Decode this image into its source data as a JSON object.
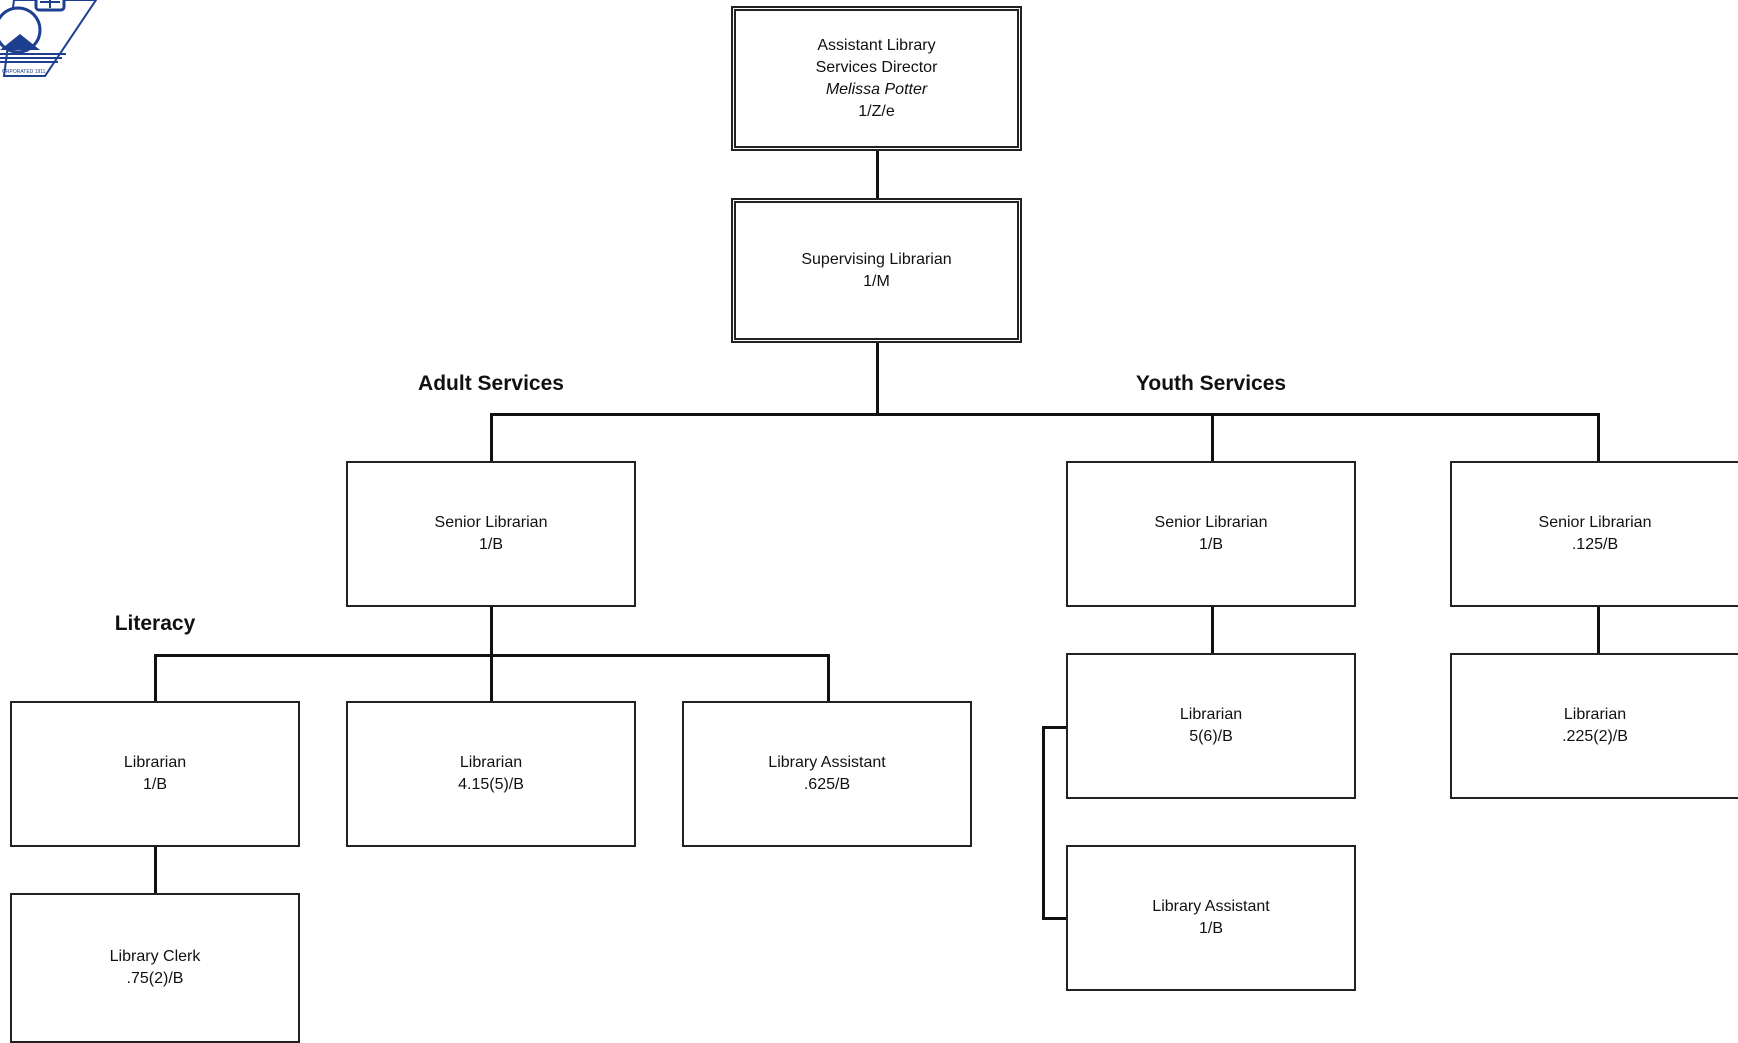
{
  "logo": {
    "text": "ORPORATED 1911"
  },
  "org": {
    "director": {
      "title_line1": "Assistant Library",
      "title_line2": "Services Director",
      "name": "Melissa Potter",
      "code": "1/Z/e"
    },
    "supervisor": {
      "title": "Supervising Librarian",
      "code": "1/M"
    },
    "adult_heading": "Adult Services",
    "youth_heading": "Youth Services",
    "literacy_heading": "Literacy",
    "adult_senior": {
      "title": "Senior Librarian",
      "code": "1/B"
    },
    "literacy_librarian": {
      "title": "Librarian",
      "code": "1/B"
    },
    "adult_librarian": {
      "title": "Librarian",
      "code": "4.15(5)/B"
    },
    "adult_assistant": {
      "title": "Library Assistant",
      "code": ".625/B"
    },
    "literacy_clerk": {
      "title": "Library Clerk",
      "code": ".75(2)/B"
    },
    "youth_senior_1": {
      "title": "Senior Librarian",
      "code": "1/B"
    },
    "youth_senior_2": {
      "title": "Senior Librarian",
      "code": ".125/B"
    },
    "youth_librarian": {
      "title": "Librarian",
      "code": "5(6)/B"
    },
    "youth_assistant": {
      "title": "Library Assistant",
      "code": "1/B"
    },
    "youth_librarian_2": {
      "title": "Librarian",
      "code": ".225(2)/B"
    }
  }
}
